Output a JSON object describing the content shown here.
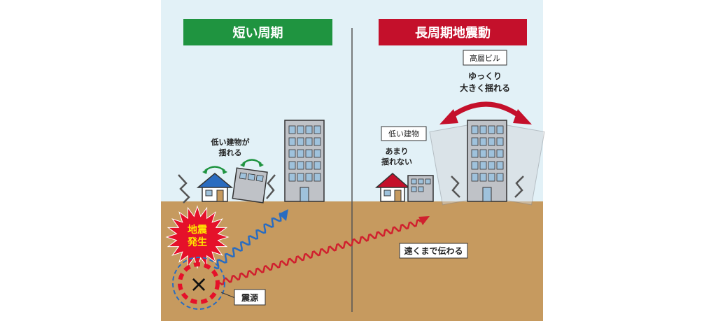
{
  "panels": {
    "left_title": "短い周期",
    "right_title": "長周期地震動"
  },
  "labels": {
    "short_building_line1": "低い建物が",
    "short_building_line2": "揺れる",
    "highrise_tag": "高層ビル",
    "highrise_line1": "ゆっくり",
    "highrise_line2": "大きく揺れる",
    "lowbuilding_tag": "低い建物",
    "lowbuilding_line1": "あまり",
    "lowbuilding_line2": "揺れない",
    "travel_far": "遠くまで伝わる",
    "epicenter_label": "震源",
    "quake_burst_line1": "地震",
    "quake_burst_line2": "発生",
    "epicenter_mark": "×"
  },
  "colors": {
    "sky": "#e2f1f7",
    "ground": "#c69a5f",
    "green_header": "#1f9440",
    "red_header": "#c4102b",
    "wave_blue": "#2a6cc0",
    "wave_red": "#d0202e",
    "burst_red": "#e5112a",
    "burst_text": "#ffe800",
    "building_gray": "#bfc2c7",
    "window_blue": "#9fc2dc"
  }
}
